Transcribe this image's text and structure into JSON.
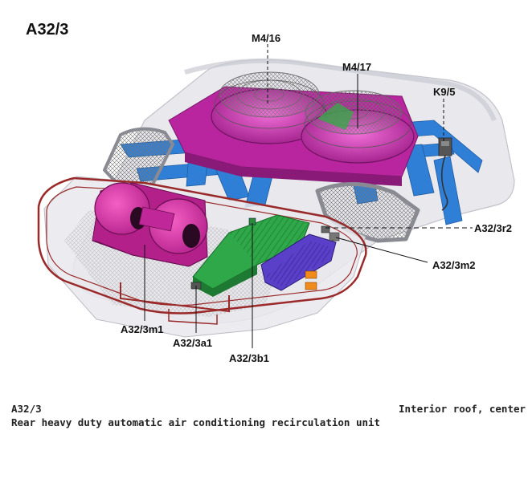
{
  "title": "A32/3",
  "callouts": {
    "m4_16": "M4/16",
    "m4_17": "M4/17",
    "k9_5": "K9/5",
    "a32_3r2": "A32/3r2",
    "a32_3m2": "A32/3m2",
    "a32_3m1": "A32/3m1",
    "a32_3a1": "A32/3a1",
    "a32_3b1": "A32/3b1"
  },
  "caption": {
    "code": "A32/3",
    "location": "Interior roof, center",
    "description": "Rear heavy duty automatic air conditioning recirculation unit"
  },
  "colors": {
    "fan_housing": "#c02aa8",
    "blower": "#d62fa6",
    "frame": "#2f7fd6",
    "evaporator": "#2fa84a",
    "heater_core": "#5a3fc8",
    "duct_ring": "#9a2a2a",
    "housing": "#dcdce4"
  }
}
